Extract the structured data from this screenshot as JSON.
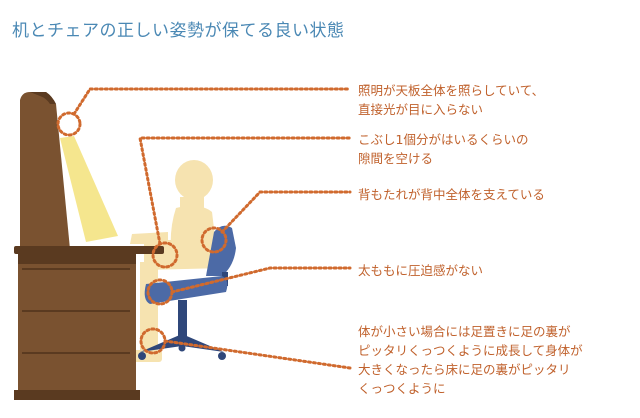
{
  "title": "机とチェアの正しい姿勢が保てる良い状態",
  "notes": [
    {
      "lines": [
        "照明が天板全体を照らしていて、",
        "直接光が目に入らない"
      ]
    },
    {
      "lines": [
        "こぶし1個分がはいるくらいの",
        "隙間を空ける"
      ]
    },
    {
      "lines": [
        "背もたれが背中全体を支えている"
      ]
    },
    {
      "lines": [
        "太ももに圧迫感がない"
      ]
    },
    {
      "lines": [
        "体が小さい場合には足置きに足の裏が",
        "ピッタリくっつくように成長して身体が",
        "大きくなったら床に足の裏がピッタリ",
        "くっつくように"
      ]
    }
  ],
  "colors": {
    "title": "#4a88b4",
    "note_text": "#c0612c",
    "leader": "#d06a2e",
    "desk": "#7a5230",
    "desk_dark": "#5a3a20",
    "chair": "#4c6aa6",
    "chair_dark": "#2f477a",
    "figure": "#f6e3b0",
    "light": "#f3e27a"
  }
}
